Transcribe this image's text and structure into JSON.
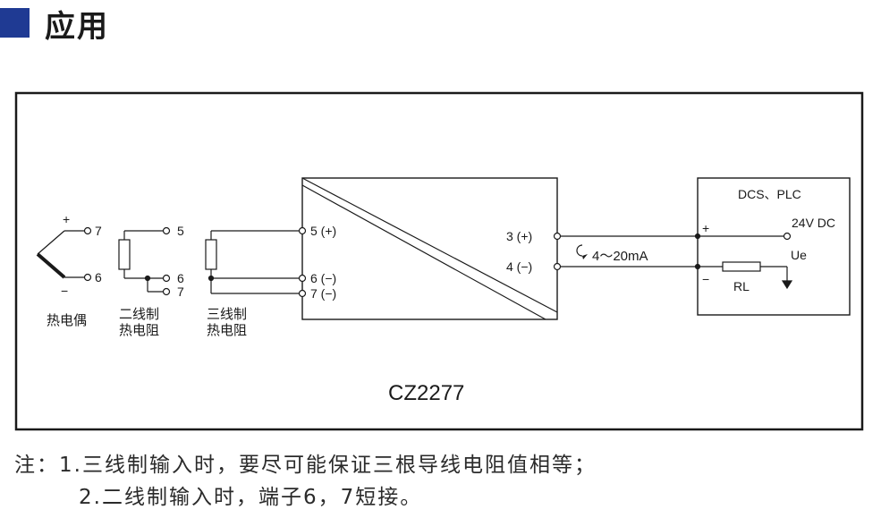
{
  "header": {
    "title": "应用"
  },
  "diagram": {
    "model": "CZ2277",
    "thermocouple": {
      "plus": "+",
      "minus": "−",
      "t7": "7",
      "t6": "6",
      "caption": "热电偶"
    },
    "rtd2": {
      "t5": "5",
      "t6": "6",
      "t7": "7",
      "caption_line1": "二线制",
      "caption_line2": "热电阻"
    },
    "rtd3": {
      "caption_line1": "三线制",
      "caption_line2": "热电阻"
    },
    "module": {
      "in5": "5 (+)",
      "in6": "6 (−)",
      "in7": "7 (−)",
      "out3": "3 (+)",
      "out4": "4 (−)"
    },
    "signal": "4～20mA",
    "load": {
      "title": "DCS、PLC",
      "plus": "+",
      "minus": "−",
      "supply": "24V DC",
      "ue": "Ue",
      "rl": "RL"
    }
  },
  "notes": {
    "line1": "注：1.三线制输入时，要尽可能保证三根导线电阻值相等；",
    "line2": "2.二线制输入时，端子6，7短接。"
  }
}
